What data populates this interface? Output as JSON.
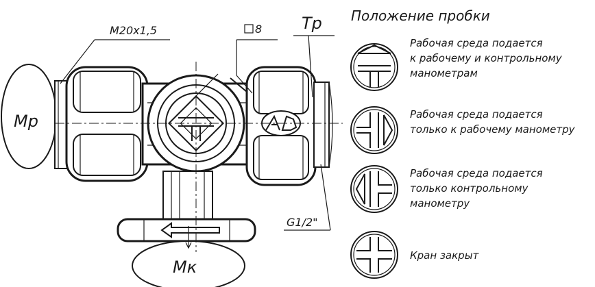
{
  "labels": {
    "thread_top": "M20x1,5",
    "square": "8",
    "tp": "Tp",
    "mp": "Mp",
    "mk": "Мк",
    "thread_bottom": "G1/2\""
  },
  "legend": {
    "title": "Положение пробки",
    "items": [
      {
        "lines": [
          "Рабочая среда подается",
          "к рабочему и контрольному",
          "манометрам"
        ]
      },
      {
        "lines": [
          "Рабочая среда подается",
          "только к рабочему манометру"
        ]
      },
      {
        "lines": [
          "Рабочая среда подается",
          "только контрольному",
          "манометру"
        ]
      },
      {
        "lines": [
          "Кран закрыт"
        ]
      }
    ]
  }
}
